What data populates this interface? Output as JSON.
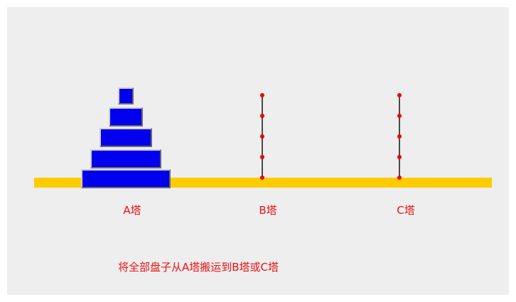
{
  "game": {
    "disc_count": 5,
    "disc_color": "#0000ee",
    "base_color": "#ffcc00",
    "peg_marker_color": "#ee0000"
  },
  "towers": [
    {
      "id": "A",
      "label": "A塔",
      "discs": [
        5,
        4,
        3,
        2,
        1
      ]
    },
    {
      "id": "B",
      "label": "B塔",
      "discs": []
    },
    {
      "id": "C",
      "label": "C塔",
      "discs": []
    }
  ],
  "instruction": "将全部盘子从A塔搬运到B塔或C塔"
}
